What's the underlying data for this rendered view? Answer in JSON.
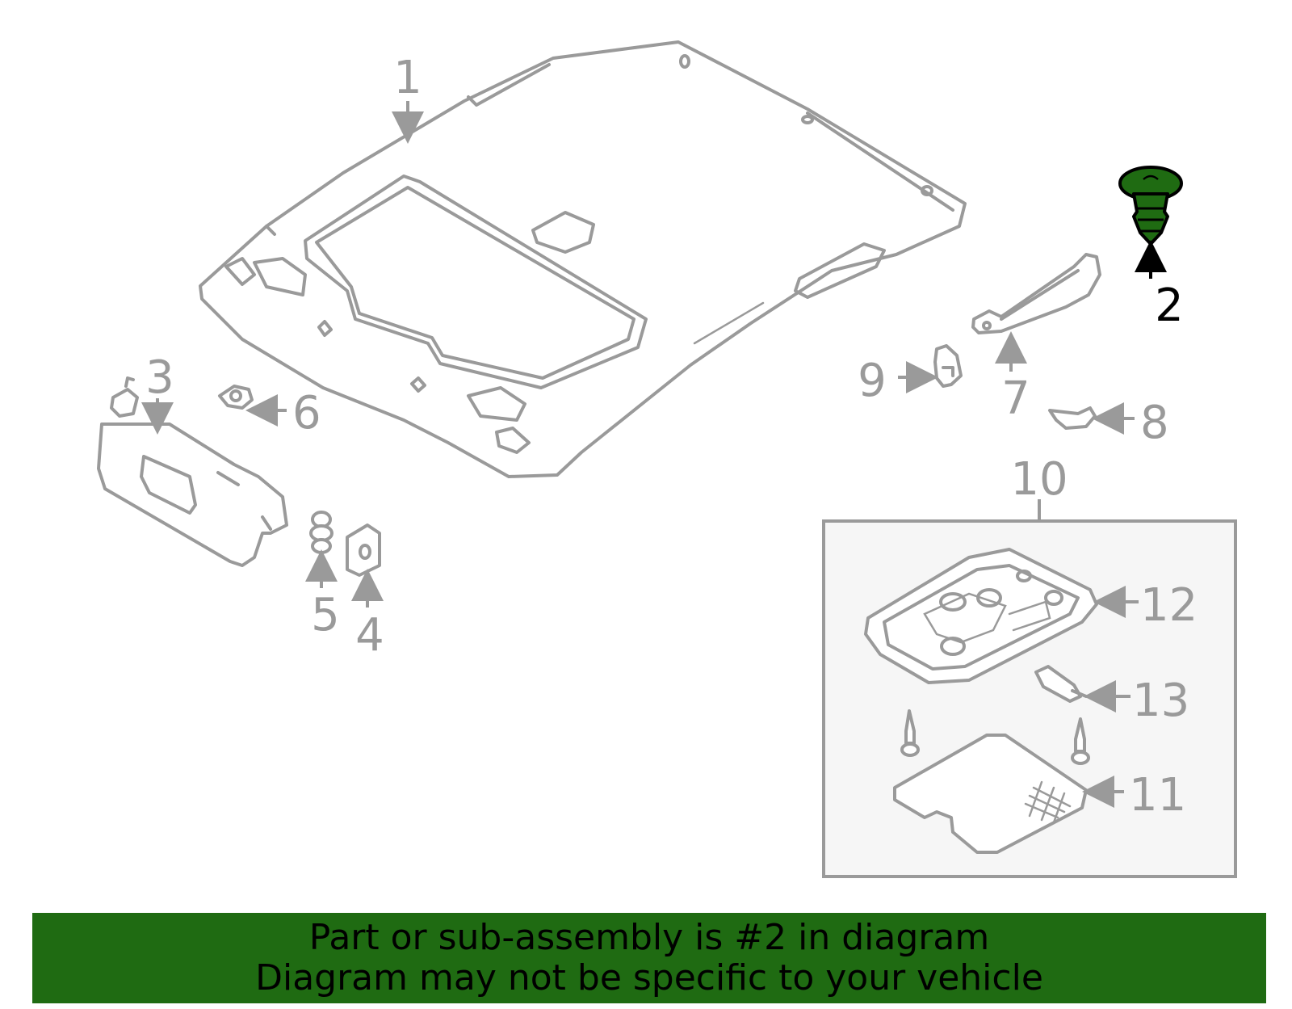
{
  "callouts": {
    "c1": "1",
    "c2": "2",
    "c3": "3",
    "c4": "4",
    "c5": "5",
    "c6": "6",
    "c7": "7",
    "c8": "8",
    "c9": "9",
    "c10": "10",
    "c11": "11",
    "c12": "12",
    "c13": "13"
  },
  "highlight": {
    "part": "2",
    "color": "#1f6b12"
  },
  "banner": {
    "line1": "Part or sub-assembly is #2 in diagram",
    "line2": "Diagram may not be specific to your vehicle",
    "background": "#1f6b12"
  }
}
